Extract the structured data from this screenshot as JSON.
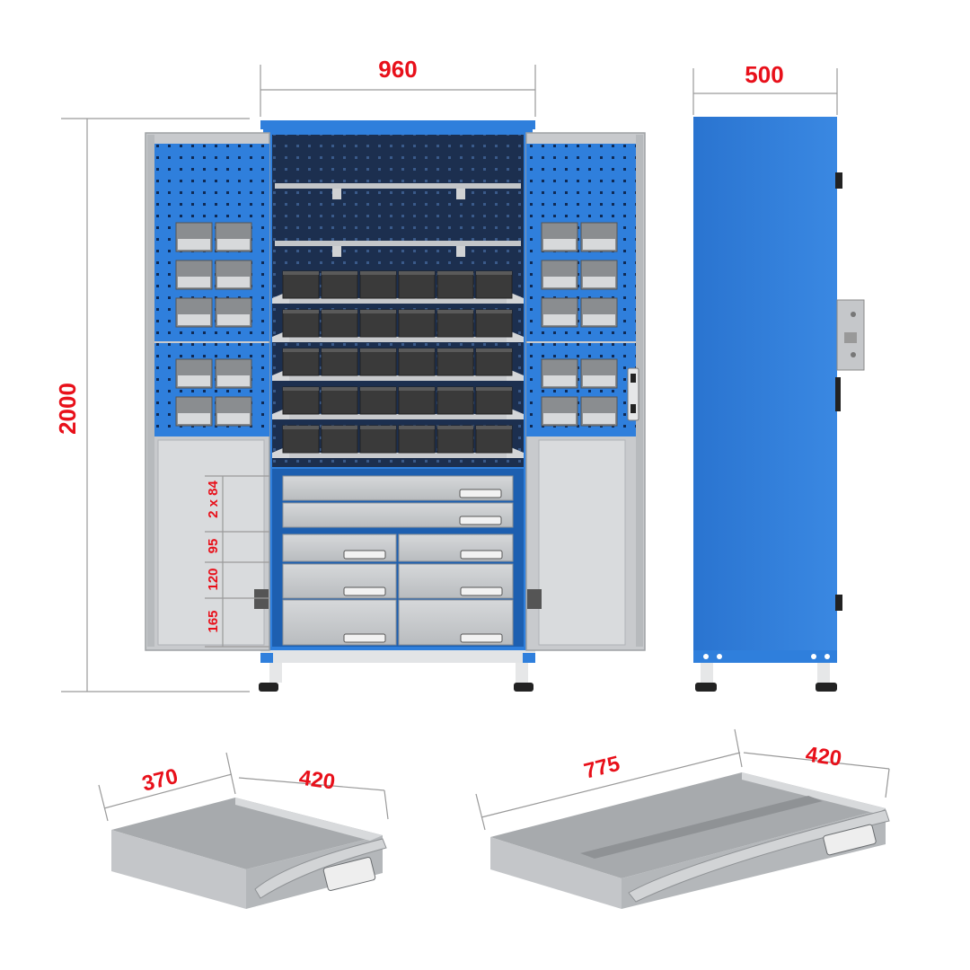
{
  "dimensions": {
    "width": "960",
    "depth": "500",
    "height": "2000",
    "drawer_heights": [
      "2 x 84",
      "95",
      "120",
      "165"
    ],
    "small_drawer": {
      "width": "370",
      "depth": "420"
    },
    "large_drawer": {
      "width": "775",
      "depth": "420"
    }
  },
  "colors": {
    "blue": "#2f7fdc",
    "blue_dark": "#1d5fb0",
    "navy": "#1c2f4f",
    "grey": "#c9cbce",
    "grey_dark": "#8d9094",
    "bin": "#3a3a3a",
    "dimension_text": "#e8101a"
  }
}
